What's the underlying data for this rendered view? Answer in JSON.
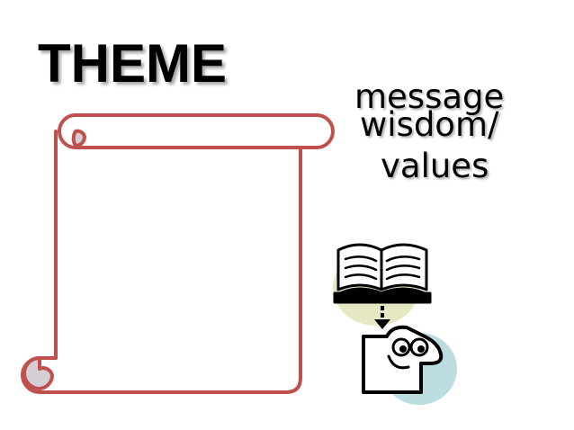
{
  "slide": {
    "title": "THEME",
    "words": {
      "message": "message",
      "wisdom": "wisdom/",
      "values": "values"
    }
  },
  "colors": {
    "scroll_stroke": "#c0504d",
    "scroll_curl_fill": "#d4cfd4",
    "book_blob": "#e6e8c4",
    "head_blob": "#bcdde0",
    "ink": "#000000"
  },
  "icons": {
    "scroll": "scroll-icon",
    "book_to_head": "book-to-head-icon"
  }
}
